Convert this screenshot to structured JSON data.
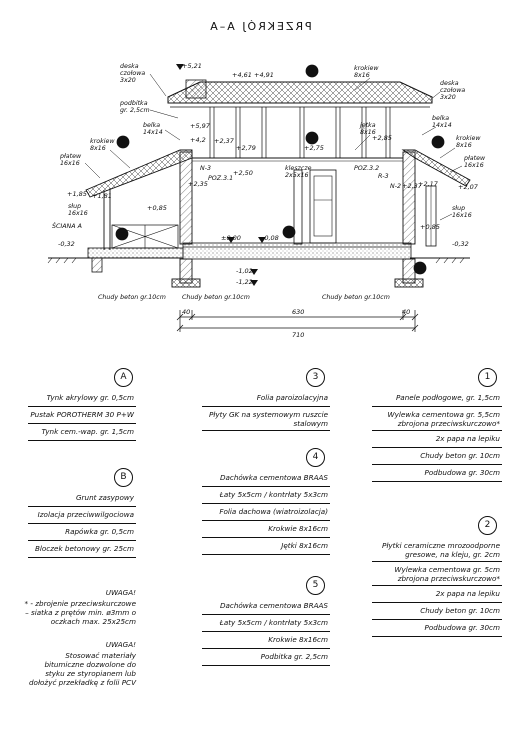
{
  "title": "PRZEKRÓJ A–A",
  "levels": {
    "ridge": "+5,21",
    "top1": "+4,91",
    "top2": "+4,61",
    "r1": "+2,37",
    "r2": "+2,79",
    "r3": "+2,50",
    "r4": "+2,75",
    "r5": "+2,85",
    "r6": "+2,37",
    "leftA": "+1,85",
    "leftB": "+1,81",
    "leftC": "+2,35",
    "left085": "+0,85",
    "right085": "+0,85",
    "rightB": "+2,07",
    "rightC": "+2,17",
    "zero": "±0,00",
    "m008": "-0,08",
    "m032l": "-0,32",
    "m032r": "-0,32",
    "m102": "-1,02",
    "m122": "-1,22",
    "n597": "+5,97",
    "n42": "+4,2"
  },
  "labels": {
    "deskaL": "deska\nczołowa\n3x20",
    "podbitka": "podbitka\ngr. 2,5cm",
    "belkaL": "belka\n14x14",
    "krokiewLeft": "krokiew\n8x16",
    "platew": "płatew\n16x16",
    "slupL": "słup\n16x16",
    "sciana": "ŚCIANA A",
    "krokiewTop": "krokiew\n8x16",
    "jetka": "jętka\n8x16",
    "kleszcze": "kleszcze\n2x5x16",
    "deskaR": "deska\nczołowa\n3x20",
    "belkaR": "belka\n14x14",
    "krokiewRight": "krokiew\n8x16",
    "platewR": "płatew\n16x16",
    "slupR": "słup\n16x16",
    "chudyL": "Chudy beton gr.10cm",
    "chudyM": "Chudy beton gr.10cm",
    "chudyR": "Chudy beton gr.10cm",
    "poz1": "POZ.3.1",
    "poz2": "POZ.3.2",
    "n3": "N-3",
    "n2": "N-2",
    "r3": "R-3"
  },
  "dims": {
    "d40l": "40",
    "d630": "630",
    "d40r": "40",
    "d710": "710"
  },
  "markers": {
    "m1": "1",
    "m2": "2",
    "m3": "3",
    "m4": "4",
    "m5": "5",
    "mA": "A",
    "mB": "B"
  },
  "legend": {
    "A": {
      "id": "A",
      "rows": [
        "Tynk akrylowy gr. 0,5cm",
        "Pustak POROTHERM 30 P+W",
        "Tynk cem.-wap. gr. 1,5cm"
      ]
    },
    "B": {
      "id": "B",
      "rows": [
        "Grunt zasypowy",
        "Izolacja przeciwwilgociowa",
        "Rapówka gr. 0,5cm",
        "Bloczek betonowy gr. 25cm"
      ]
    },
    "c3": {
      "id": "3",
      "rows": [
        "Folia paroizolacyjna",
        "Płyty GK na systemowym ruszcie stalowym"
      ]
    },
    "c4": {
      "id": "4",
      "rows": [
        "Dachówka cementowa BRAAS",
        "Łaty 5x5cm / kontrłaty 5x3cm",
        "Folia dachowa (wiatroizolacja)",
        "Krokwie 8x16cm",
        "Jętki 8x16cm"
      ]
    },
    "c5": {
      "id": "5",
      "rows": [
        "Dachówka cementowa BRAAS",
        "Łaty 5x5cm / kontrłaty 5x3cm",
        "Krokwie 8x16cm",
        "Podbitka gr. 2,5cm"
      ]
    },
    "c1": {
      "id": "1",
      "rows": [
        "Panele podłogowe, gr. 1,5cm",
        "Wylewka cementowa gr. 5,5cm zbrojona przeciwskurczowo*",
        "2x papa na lepiku",
        "Chudy beton gr. 10cm",
        "Podbudowa gr. 30cm"
      ]
    },
    "c2": {
      "id": "2",
      "rows": [
        "Płytki ceramiczne mrozoodporne gresowe, na kleju, gr. 2cm",
        "Wylewka cementowa gr. 5cm zbrojona przeciwskurczowo*",
        "2x papa na lepiku",
        "Chudy beton gr. 10cm",
        "Podbudowa gr. 30cm"
      ]
    }
  },
  "notes": {
    "n1title": "UWAGA!",
    "n1": "* - zbrojenie przeciwskurczowe – siatka z prętów min. ø3mm o oczkach max. 25x25cm",
    "n2title": "UWAGA!",
    "n2": "Stosować materiały bitumiczne dozwolone do styku ze styropianem lub dołożyć przekładkę z folii PCV"
  }
}
